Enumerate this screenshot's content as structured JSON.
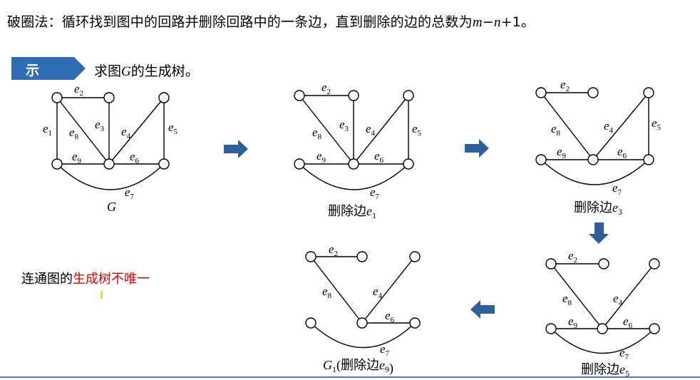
{
  "header": {
    "text_main": "破圈法：循环找到图中的回路并删除回路中的一条边，直到删除的边的总数为",
    "var_m": "m",
    "minus": "−",
    "var_n": "n",
    "tail": "+1。"
  },
  "example": {
    "tag": "示例",
    "question_pre": "求图",
    "question_var": "G",
    "question_post": "的生成树。"
  },
  "note": {
    "prefix": "连通图的",
    "highlight": "生成树不唯一"
  },
  "colors": {
    "tag_bg": "#2f6db4",
    "arrow": "#2f5f9a",
    "red": "#e00000"
  },
  "edge_labels": {
    "e1": "e1",
    "e2": "e2",
    "e3": "e3",
    "e4": "e4",
    "e5": "e5",
    "e6": "e6",
    "e7": "e7",
    "e8": "e8",
    "e9": "e9"
  },
  "captions": {
    "g0": "G",
    "g1_prefix": "删除边",
    "g1_var": "e1",
    "g2_prefix": "删除边",
    "g2_var": "e3",
    "g3_prefix": "删除边",
    "g3_var": "e5",
    "g4_pre": "G",
    "g4_sub": "1",
    "g4_mid": "(删除边",
    "g4_var": "e9",
    "g4_post": ")"
  }
}
